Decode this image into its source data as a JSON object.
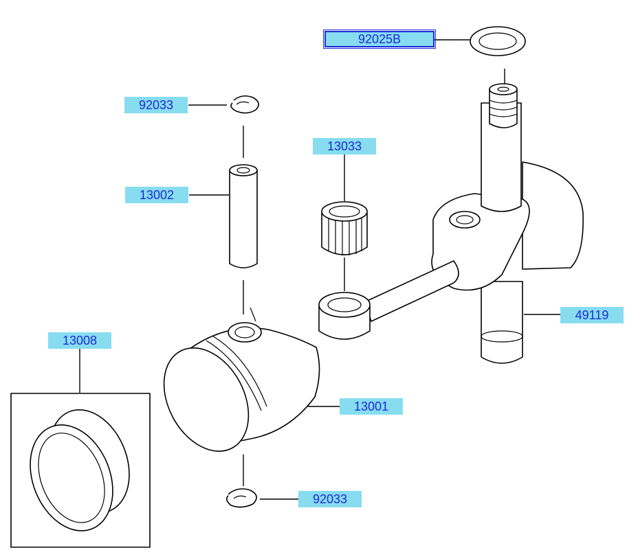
{
  "callouts": {
    "c92025b": "92025B",
    "c92033_top": "92033",
    "c13002": "13002",
    "c13033": "13033",
    "c49119": "49119",
    "c13008": "13008",
    "c13001": "13001",
    "c92033_bottom": "92033"
  },
  "colors": {
    "callout_fill": "#87dcf0",
    "callout_text": "#1a2bd8",
    "line": "#000000"
  }
}
